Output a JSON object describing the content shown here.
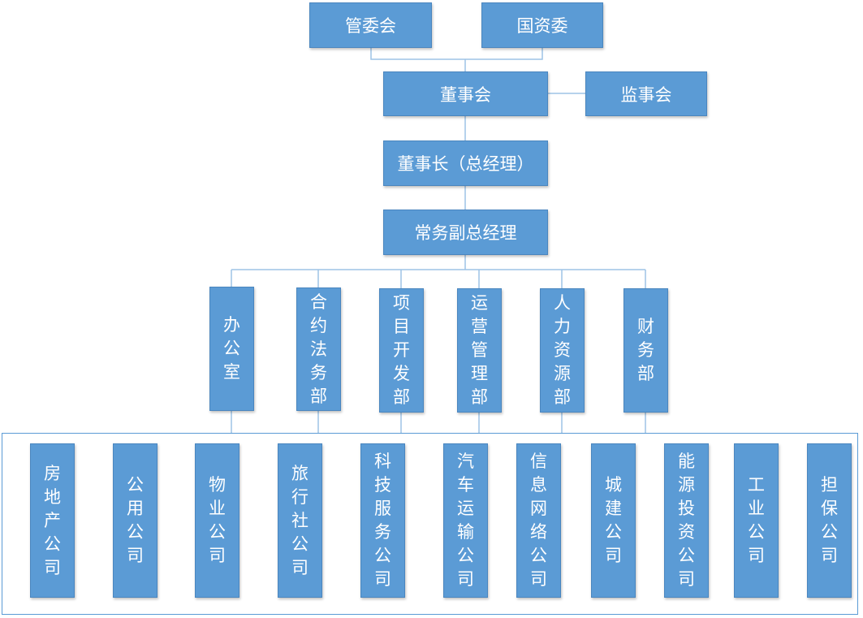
{
  "top": {
    "guanweihui": "管委会",
    "guoziwei": "国资委"
  },
  "board": {
    "dongshihui": "董事会",
    "jianshihui": "监事会"
  },
  "chairman": "董事长（总经理）",
  "vp": "常务副总经理",
  "departments": [
    "办公室",
    "合约法务部",
    "项目开发部",
    "运营管理部",
    "人力资源部",
    "财务部"
  ],
  "companies": [
    "房地产公司",
    "公用公司",
    "物业公司",
    "旅行社公司",
    "科技服务公司",
    "汽车运输公司",
    "信息网络公司",
    "城建公司",
    "能源投资公司",
    "工业公司",
    "担保公司"
  ],
  "colors": {
    "box_fill": "#5b9bd5",
    "box_border": "#4a86bf",
    "line": "#9dc3e6",
    "text": "#ffffff"
  }
}
